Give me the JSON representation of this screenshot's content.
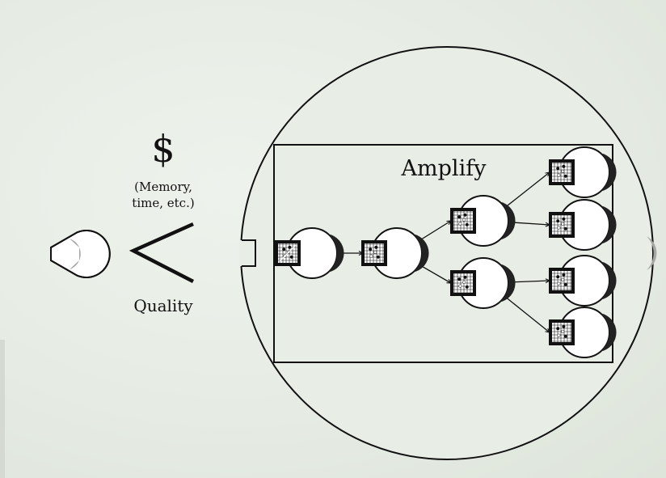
{
  "left_panel": {
    "cost_symbol": "$",
    "cost_note_line1": "(Memory,",
    "cost_note_line2": "time, etc.)",
    "comparison_symbol": "<",
    "quality_label": "Quality"
  },
  "amplify": {
    "title": "Amplify"
  },
  "colors": {
    "ink": "#111111",
    "background": "#e6ece4",
    "capacity_gray": "#a6a6a6",
    "capacity_dark": "#222222"
  },
  "icons": {
    "small_agent": "pacman-agent-icon",
    "board": "go-board-icon",
    "cost": "dollar-sign",
    "comparison": "less-than-sign"
  }
}
